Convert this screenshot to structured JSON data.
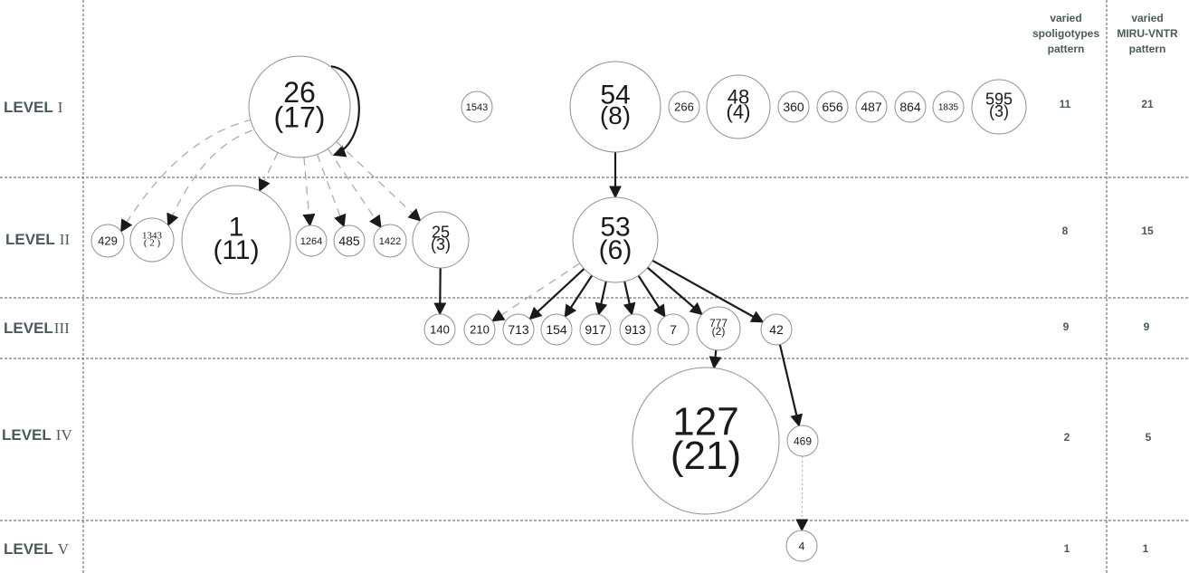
{
  "levels": [
    {
      "label": "LEVEL",
      "roman": "I",
      "spoligotypes": "11",
      "miru_vntr": "21"
    },
    {
      "label": "LEVEL",
      "roman": "II",
      "spoligotypes": "8",
      "miru_vntr": "15"
    },
    {
      "label": "LEVEL",
      "roman": "III",
      "spoligotypes": "9",
      "miru_vntr": "9"
    },
    {
      "label": "LEVEL",
      "roman": "IV",
      "spoligotypes": "2",
      "miru_vntr": "5"
    },
    {
      "label": "LEVEL",
      "roman": "V",
      "spoligotypes": "1",
      "miru_vntr": "1"
    }
  ],
  "columns": {
    "spoligotypes": [
      "varied",
      "spoligotypes",
      "pattern"
    ],
    "miru_vntr": [
      "varied",
      "MIRU-VNTR",
      "pattern"
    ]
  },
  "nodes": [
    {
      "id": "n26",
      "level": 1,
      "label": "26",
      "count": "17"
    },
    {
      "id": "n1543",
      "level": 1,
      "label": "1543",
      "count": null
    },
    {
      "id": "n54",
      "level": 1,
      "label": "54",
      "count": "8"
    },
    {
      "id": "n266",
      "level": 1,
      "label": "266",
      "count": null
    },
    {
      "id": "n48",
      "level": 1,
      "label": "48",
      "count": "4"
    },
    {
      "id": "n360",
      "level": 1,
      "label": "360",
      "count": null
    },
    {
      "id": "n656",
      "level": 1,
      "label": "656",
      "count": null
    },
    {
      "id": "n487",
      "level": 1,
      "label": "487",
      "count": null
    },
    {
      "id": "n864",
      "level": 1,
      "label": "864",
      "count": null
    },
    {
      "id": "n1835",
      "level": 1,
      "label": "1835",
      "count": null
    },
    {
      "id": "n595",
      "level": 1,
      "label": "595",
      "count": "3"
    },
    {
      "id": "n429",
      "level": 2,
      "label": "429",
      "count": null
    },
    {
      "id": "n1343",
      "level": 2,
      "label": "1343",
      "count": "2"
    },
    {
      "id": "n1",
      "level": 2,
      "label": "1",
      "count": "11"
    },
    {
      "id": "n1264",
      "level": 2,
      "label": "1264",
      "count": null
    },
    {
      "id": "n485",
      "level": 2,
      "label": "485",
      "count": null
    },
    {
      "id": "n1422",
      "level": 2,
      "label": "1422",
      "count": null
    },
    {
      "id": "n25",
      "level": 2,
      "label": "25",
      "count": "3"
    },
    {
      "id": "n53",
      "level": 2,
      "label": "53",
      "count": "6"
    },
    {
      "id": "n140",
      "level": 3,
      "label": "140",
      "count": null
    },
    {
      "id": "n210",
      "level": 3,
      "label": "210",
      "count": null
    },
    {
      "id": "n713",
      "level": 3,
      "label": "713",
      "count": null
    },
    {
      "id": "n154",
      "level": 3,
      "label": "154",
      "count": null
    },
    {
      "id": "n917",
      "level": 3,
      "label": "917",
      "count": null
    },
    {
      "id": "n913",
      "level": 3,
      "label": "913",
      "count": null
    },
    {
      "id": "n7",
      "level": 3,
      "label": "7",
      "count": null
    },
    {
      "id": "n777",
      "level": 3,
      "label": "777",
      "count": "2"
    },
    {
      "id": "n42",
      "level": 3,
      "label": "42",
      "count": null
    },
    {
      "id": "n127",
      "level": 4,
      "label": "127",
      "count": "21"
    },
    {
      "id": "n469",
      "level": 4,
      "label": "469",
      "count": null
    },
    {
      "id": "n4",
      "level": 5,
      "label": "4",
      "count": null
    }
  ],
  "edges": [
    {
      "from": "n26",
      "to": "n26",
      "style": "solid"
    },
    {
      "from": "n26",
      "to": "n429",
      "style": "dashed"
    },
    {
      "from": "n26",
      "to": "n1343",
      "style": "dashed"
    },
    {
      "from": "n26",
      "to": "n1",
      "style": "dashed"
    },
    {
      "from": "n26",
      "to": "n1264",
      "style": "dashed"
    },
    {
      "from": "n26",
      "to": "n485",
      "style": "dashed"
    },
    {
      "from": "n26",
      "to": "n1422",
      "style": "dashed"
    },
    {
      "from": "n26",
      "to": "n25",
      "style": "dashed"
    },
    {
      "from": "n54",
      "to": "n53",
      "style": "solid"
    },
    {
      "from": "n25",
      "to": "n140",
      "style": "solid"
    },
    {
      "from": "n53",
      "to": "n210",
      "style": "dashed"
    },
    {
      "from": "n53",
      "to": "n713",
      "style": "solid"
    },
    {
      "from": "n53",
      "to": "n154",
      "style": "solid"
    },
    {
      "from": "n53",
      "to": "n917",
      "style": "solid"
    },
    {
      "from": "n53",
      "to": "n913",
      "style": "solid"
    },
    {
      "from": "n53",
      "to": "n7",
      "style": "solid"
    },
    {
      "from": "n53",
      "to": "n777",
      "style": "solid"
    },
    {
      "from": "n53",
      "to": "n42",
      "style": "solid"
    },
    {
      "from": "n777",
      "to": "n127",
      "style": "solid"
    },
    {
      "from": "n42",
      "to": "n469",
      "style": "solid"
    },
    {
      "from": "n469",
      "to": "n4",
      "style": "dotted"
    }
  ]
}
